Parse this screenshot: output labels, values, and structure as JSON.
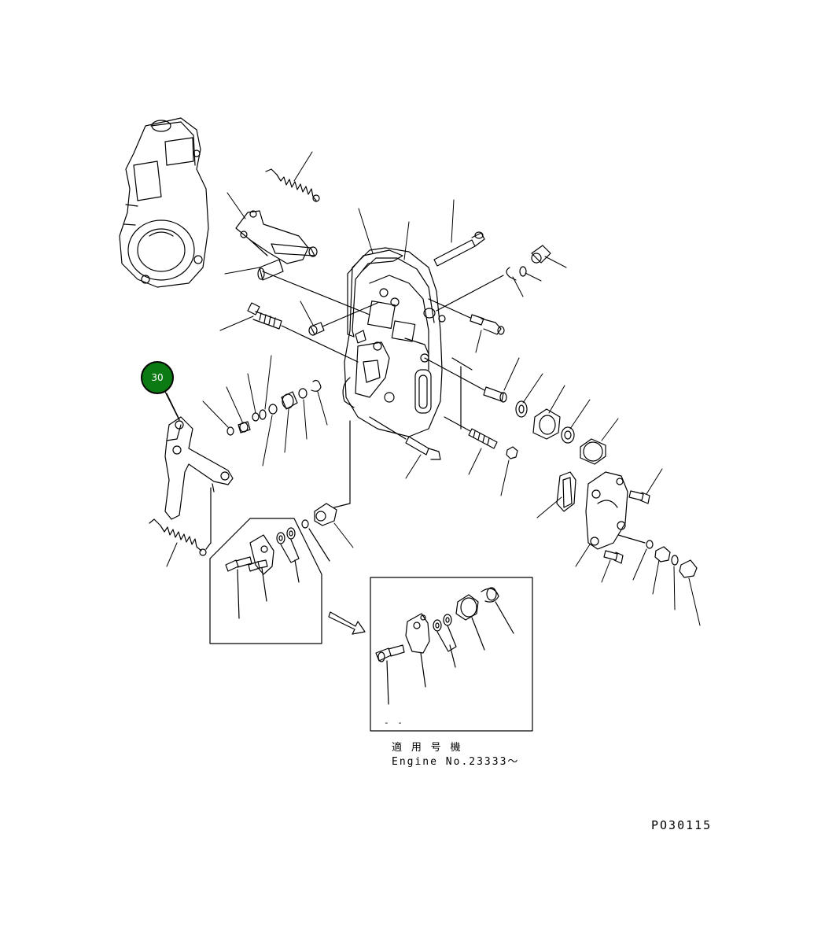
{
  "callout": {
    "label": "30",
    "color": "#0b7a12"
  },
  "inset": {
    "mark": "- -",
    "applicability_jp": "適 用 号 機",
    "applicability_en": "Engine No.23333～"
  },
  "drawing_code": "PO30115"
}
